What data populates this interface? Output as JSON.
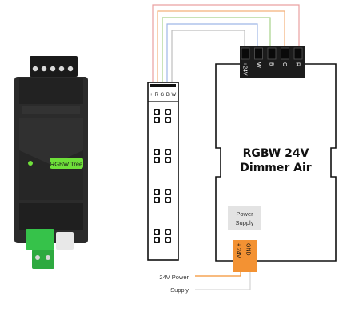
{
  "device": {
    "badge_label": "RGBW Tree"
  },
  "controller": {
    "title_line1": "RGBW 24V",
    "title_line2": "Dimmer Air",
    "power_box_line1": "Power",
    "power_box_line2": "Supply",
    "output_terminals": [
      "+24V",
      "W",
      "B",
      "G",
      "R"
    ],
    "power_terminals": [
      "+ 24V",
      "GND"
    ]
  },
  "led_strip": {
    "header_label": "+ R G B W",
    "chip_groups": 4
  },
  "labels": {
    "power_line1": "24V Power",
    "power_line2": "Supply"
  },
  "wire_colors": {
    "r": "#f3b07a",
    "g": "#a6d28a",
    "b": "#9fb7e6",
    "w": "#bdbdbd",
    "plus": "#e9a0a0",
    "power_positive": "#f39233",
    "power_ground": "#cfcfcf"
  }
}
